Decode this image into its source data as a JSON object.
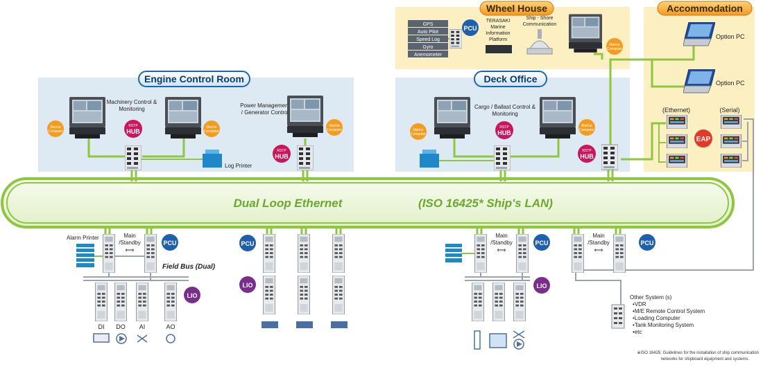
{
  "sections": {
    "wheel_house": "Wheel House",
    "accommodation": "Accommodation",
    "engine_control_room": "Engine Control Room",
    "deck_office": "Deck Office"
  },
  "wheel_house": {
    "sensors": [
      "GPS",
      "Auto Pilot",
      "Speed Log",
      "Gyro",
      "Anemometer"
    ],
    "platform": [
      "TERASAKI",
      "Marine",
      "Information",
      "Platform"
    ],
    "communication": [
      "Ship - Shore",
      "Communication"
    ]
  },
  "accommodation": {
    "option_pc_1": "Option PC",
    "option_pc_2": "Option PC",
    "ethernet": "(Ethernet)",
    "serial": "(Serial)",
    "eap": "EAP"
  },
  "ecr": {
    "machinery": [
      "Machinery Control &",
      "Monitoring"
    ],
    "power": [
      "Power Management",
      "/ Generator Control"
    ],
    "log_printer": "Log Printer"
  },
  "deck": {
    "cargo": [
      "Cargo / Ballast Control &",
      "Monitoring"
    ]
  },
  "badges": {
    "pcu": "PCU",
    "lio": "LIO",
    "hub_top": "RSTP",
    "hub_main": "HUB",
    "marine_computer": [
      "Marine",
      "Computer"
    ]
  },
  "ring": {
    "label_left": "Dual  Loop Ethernet",
    "label_right": "(ISO 16425*  Ship's LAN)"
  },
  "lower": {
    "alarm_printer": "Alarm Printer",
    "main_standby": [
      "Main",
      "/Standby"
    ],
    "field_bus": "Field Bus (Dual)",
    "io_types": [
      "DI",
      "DO",
      "AI",
      "AO"
    ]
  },
  "other_systems": {
    "title": "Other System (s)",
    "items": [
      "VDR",
      "M/E Remote Control System",
      "Loading Computer",
      "Tank Monitoring System",
      "etc"
    ]
  },
  "footnote": [
    "※ISO 16425: Guidelines for the installation of ship communication",
    "networks for shipboard equipment and systems."
  ],
  "colors": {
    "ring": "#8dc63f",
    "ring_fill": "#eef7dc",
    "wheelhouse_bg": "#fcefc2",
    "room_bg": "#dde9f3",
    "title_badge": "#1a66b3",
    "pcu": "#1f5fae",
    "lio": "#7b2d8e",
    "hub": "#c8175d",
    "marine": "#f39c1f",
    "accommodation_title": "#f39a1e"
  }
}
